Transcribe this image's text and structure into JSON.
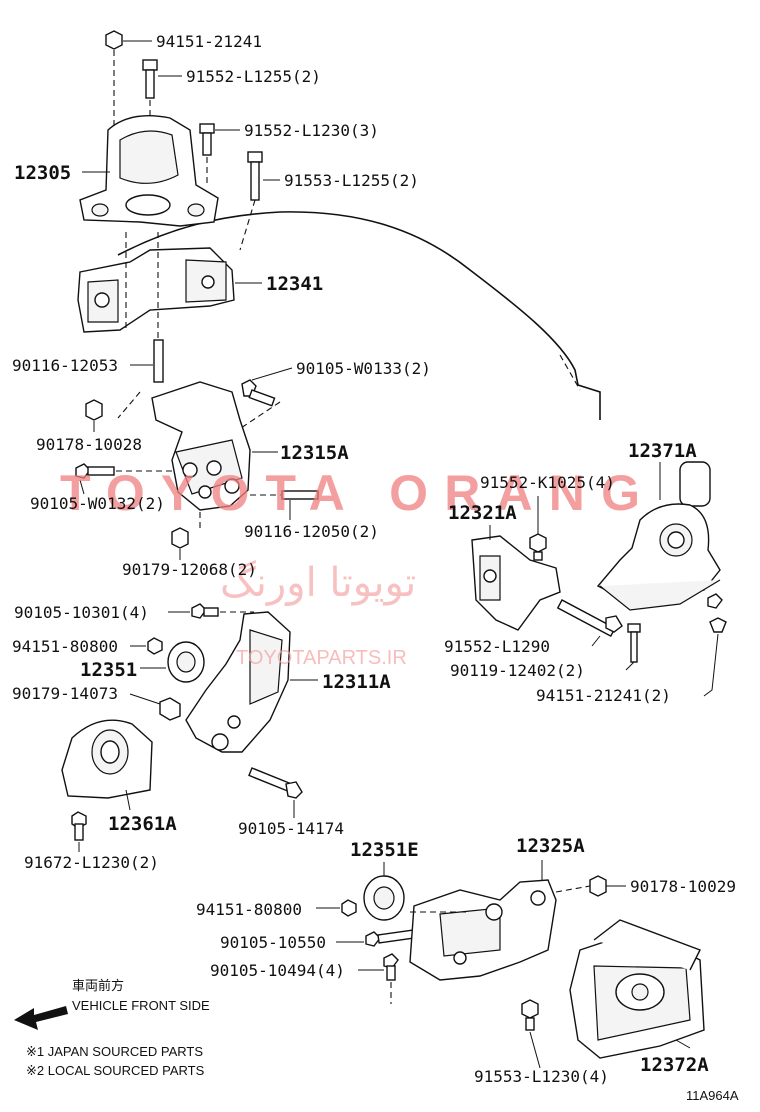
{
  "diagram": {
    "watermark": {
      "main": "TOYOTA ORANG",
      "arabic": "تويوتا اورنگ",
      "site": "TOYOTAPARTS.IR"
    },
    "labels": {
      "l_94151_21241": "94151-21241",
      "l_91552_L1255": "91552-L1255(2)",
      "l_91552_L1230": "91552-L1230(3)",
      "l_12305": "12305",
      "l_91553_L1255": "91553-L1255(2)",
      "l_12341": "12341",
      "l_90116_12053": "90116-12053",
      "l_90105_W0133": "90105-W0133(2)",
      "l_90178_10028": "90178-10028",
      "l_12315A": "12315A",
      "l_90105_W0132": "90105-W0132(2)",
      "l_90116_12050": "90116-12050(2)",
      "l_90179_12068": "90179-12068(2)",
      "l_12371A": "12371A",
      "l_91552_K1025": "91552-K1025(4)",
      "l_12321A": "12321A",
      "l_90105_10301": "90105-10301(4)",
      "l_94151_80800_a": "94151-80800",
      "l_12351": "12351",
      "l_12311A": "12311A",
      "l_90179_14073": "90179-14073",
      "l_91552_L1290": "91552-L1290",
      "l_90119_12402": "90119-12402(2)",
      "l_94151_21241_b": "94151-21241(2)",
      "l_12361A": "12361A",
      "l_90105_14174": "90105-14174",
      "l_91672_L1230": "91672-L1230(2)",
      "l_12351E": "12351E",
      "l_12325A": "12325A",
      "l_90178_10029": "90178-10029",
      "l_94151_80800_b": "94151-80800",
      "l_90105_10550": "90105-10550",
      "l_90105_10494": "90105-10494(4)",
      "l_91553_L1230": "91553-L1230(4)",
      "l_12372A": "12372A"
    },
    "legend": {
      "front_jp": "車両前方",
      "front_en": "VEHICLE FRONT SIDE",
      "note1": "※1 JAPAN SOURCED PARTS",
      "note2": "※2 LOCAL SOURCED PARTS"
    },
    "figure_code": "11A964A"
  }
}
